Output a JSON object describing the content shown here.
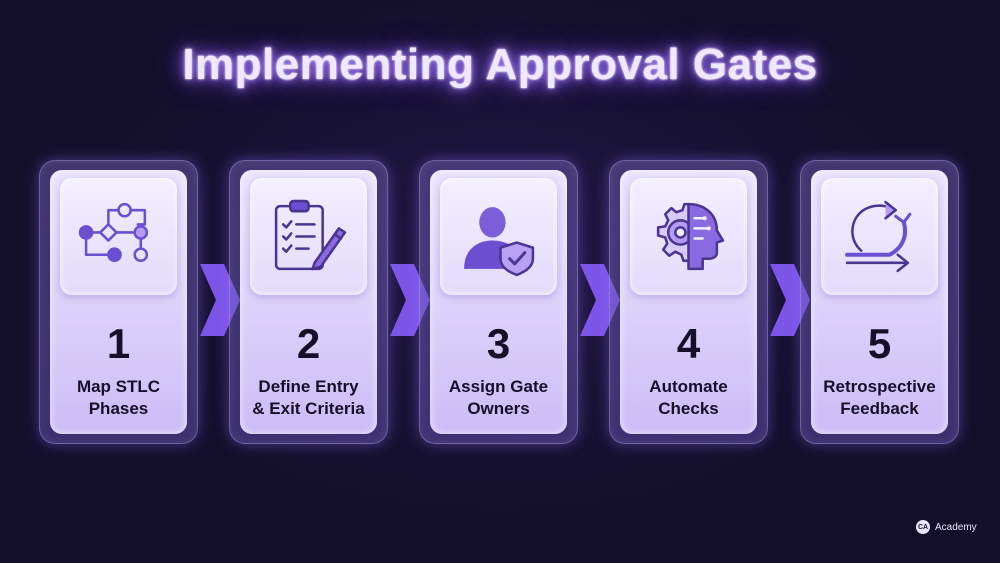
{
  "title": "Implementing Approval Gates",
  "steps": [
    {
      "number": "1",
      "label": "Map STLC\nPhases",
      "icon": "workflow-diagram-icon"
    },
    {
      "number": "2",
      "label": "Define Entry\n& Exit Criteria",
      "icon": "clipboard-checklist-icon"
    },
    {
      "number": "3",
      "label": "Assign Gate\nOwners",
      "icon": "user-shield-icon"
    },
    {
      "number": "4",
      "label": "Automate\nChecks",
      "icon": "gear-ai-head-icon"
    },
    {
      "number": "5",
      "label": "Retrospective\nFeedback",
      "icon": "cycle-arrow-icon"
    }
  ],
  "brand": {
    "logo_text": "CA",
    "name": "Academy"
  },
  "colors": {
    "background": "#130f2b",
    "card": "#ddd3fa",
    "accent": "#8a5cff",
    "icon": "#6a4fd0",
    "text": "#14102a"
  }
}
